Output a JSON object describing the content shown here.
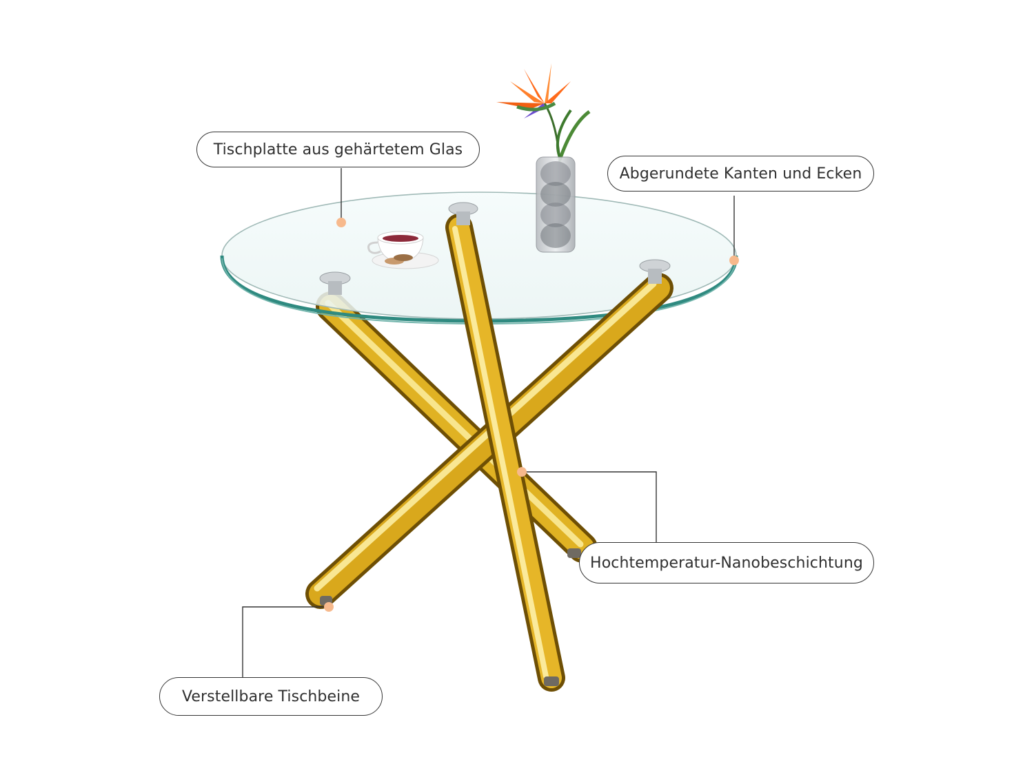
{
  "callouts": {
    "glass_top": "Tischplatte aus gehärtetem Glas",
    "rounded_edges": "Abgerundete Kanten und Ecken",
    "coating": "Hochtemperatur-Nanobeschichtung",
    "adjustable_legs": "Verstellbare Tischbeine"
  },
  "colors": {
    "marker": "#f7b98c",
    "gold": "#d4a51c",
    "gold_light": "#fff2a0",
    "gold_dark": "#7a5806",
    "glass_edge": "#2f8a80",
    "flower": "#ff6a1a"
  }
}
